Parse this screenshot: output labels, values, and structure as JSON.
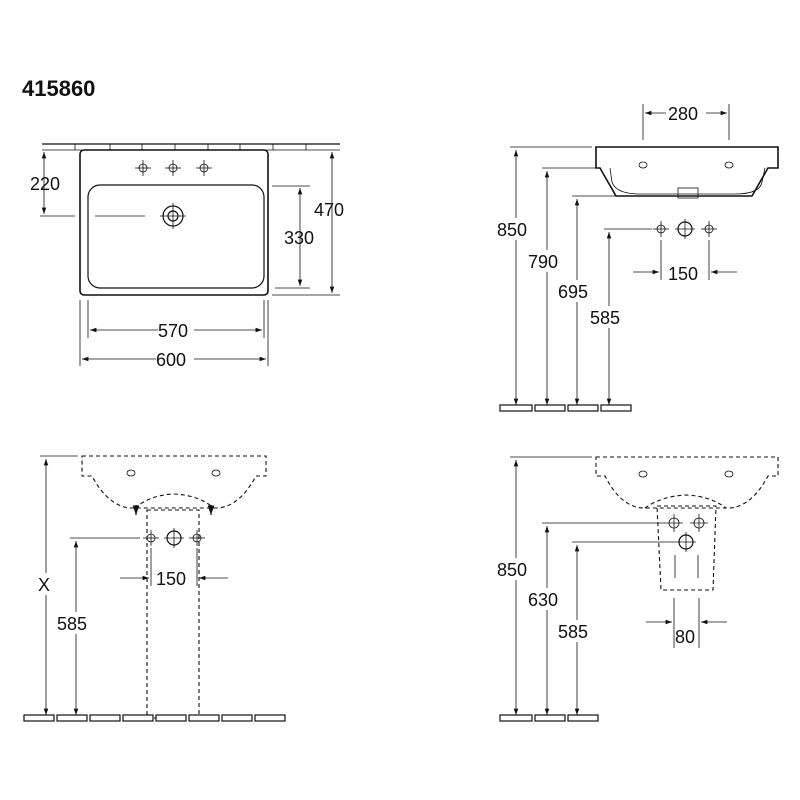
{
  "product": {
    "code": "415860"
  },
  "views": {
    "top": {
      "dims": {
        "depth_back": "220",
        "depth_total": "470",
        "depth_bowl": "330",
        "width_bowl": "570",
        "width_total": "600"
      }
    },
    "side_wall": {
      "dims": {
        "spacing": "280",
        "h1": "850",
        "h2": "790",
        "h3": "695",
        "h4": "585",
        "tap_spacing": "150"
      }
    },
    "front_pedestal": {
      "dims": {
        "height_x": "X",
        "height": "585",
        "tap_spacing": "150"
      }
    },
    "front_semi": {
      "dims": {
        "h1": "850",
        "h2": "630",
        "h3": "585",
        "spacing": "80"
      }
    }
  },
  "colors": {
    "line": "#111111",
    "background": "#ffffff"
  }
}
